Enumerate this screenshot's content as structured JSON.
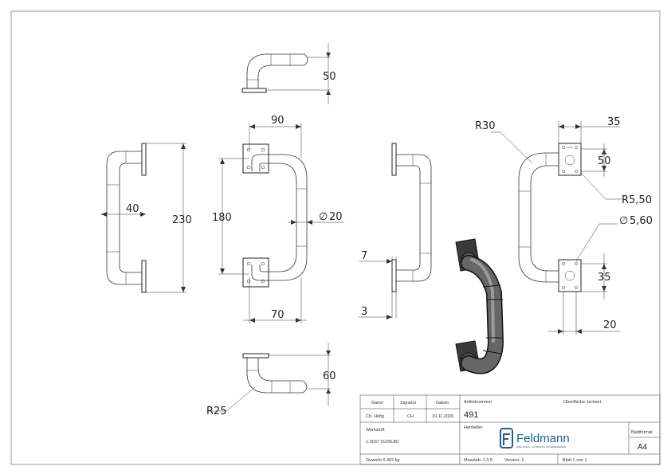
{
  "dimensions": {
    "top_height": "50",
    "front_width": "90",
    "front_height": "180",
    "front_diameter": "20",
    "front_bottom_width": "70",
    "side_depth": "40",
    "side_height": "230",
    "bottom_height": "60",
    "bottom_radius": "R25",
    "profile_7": "7",
    "profile_3": "3",
    "back_radius": "R30",
    "back_35_top": "35",
    "back_50": "50",
    "back_r550": "R5,50",
    "back_hole": "5,60",
    "back_35_bottom": "35",
    "back_20": "20",
    "diameter_symbol": "∅"
  },
  "title_block": {
    "name_header": "Name",
    "signatur_header": "Signatur",
    "datum_header": "Datum",
    "name_value": "Ch. Häfig",
    "signatur_value": "CH",
    "datum_value": "19.11.2020",
    "werkstoff_label": "Werkstoff:",
    "werkstoff_value": "1.0037 (S235JR)",
    "gewicht": "Gewicht 0.402 kg",
    "artikelnummer_label": "Artikelnummer",
    "artikelnummer_value": "491",
    "oberflaeche": "Oberfläche: lackiert",
    "hersteller_label": "Hersteller",
    "logo_name": "Feldmann",
    "logo_tagline": "EDELSTAHL. ALUMINIUM. SCHMIEDEEISEN",
    "massstab": "Masstab: 1:3.5",
    "version": "Version: 1",
    "blatt": "Blatt 1 von 1",
    "blattformat_label": "Blattformat",
    "blattformat_value": "A4"
  }
}
